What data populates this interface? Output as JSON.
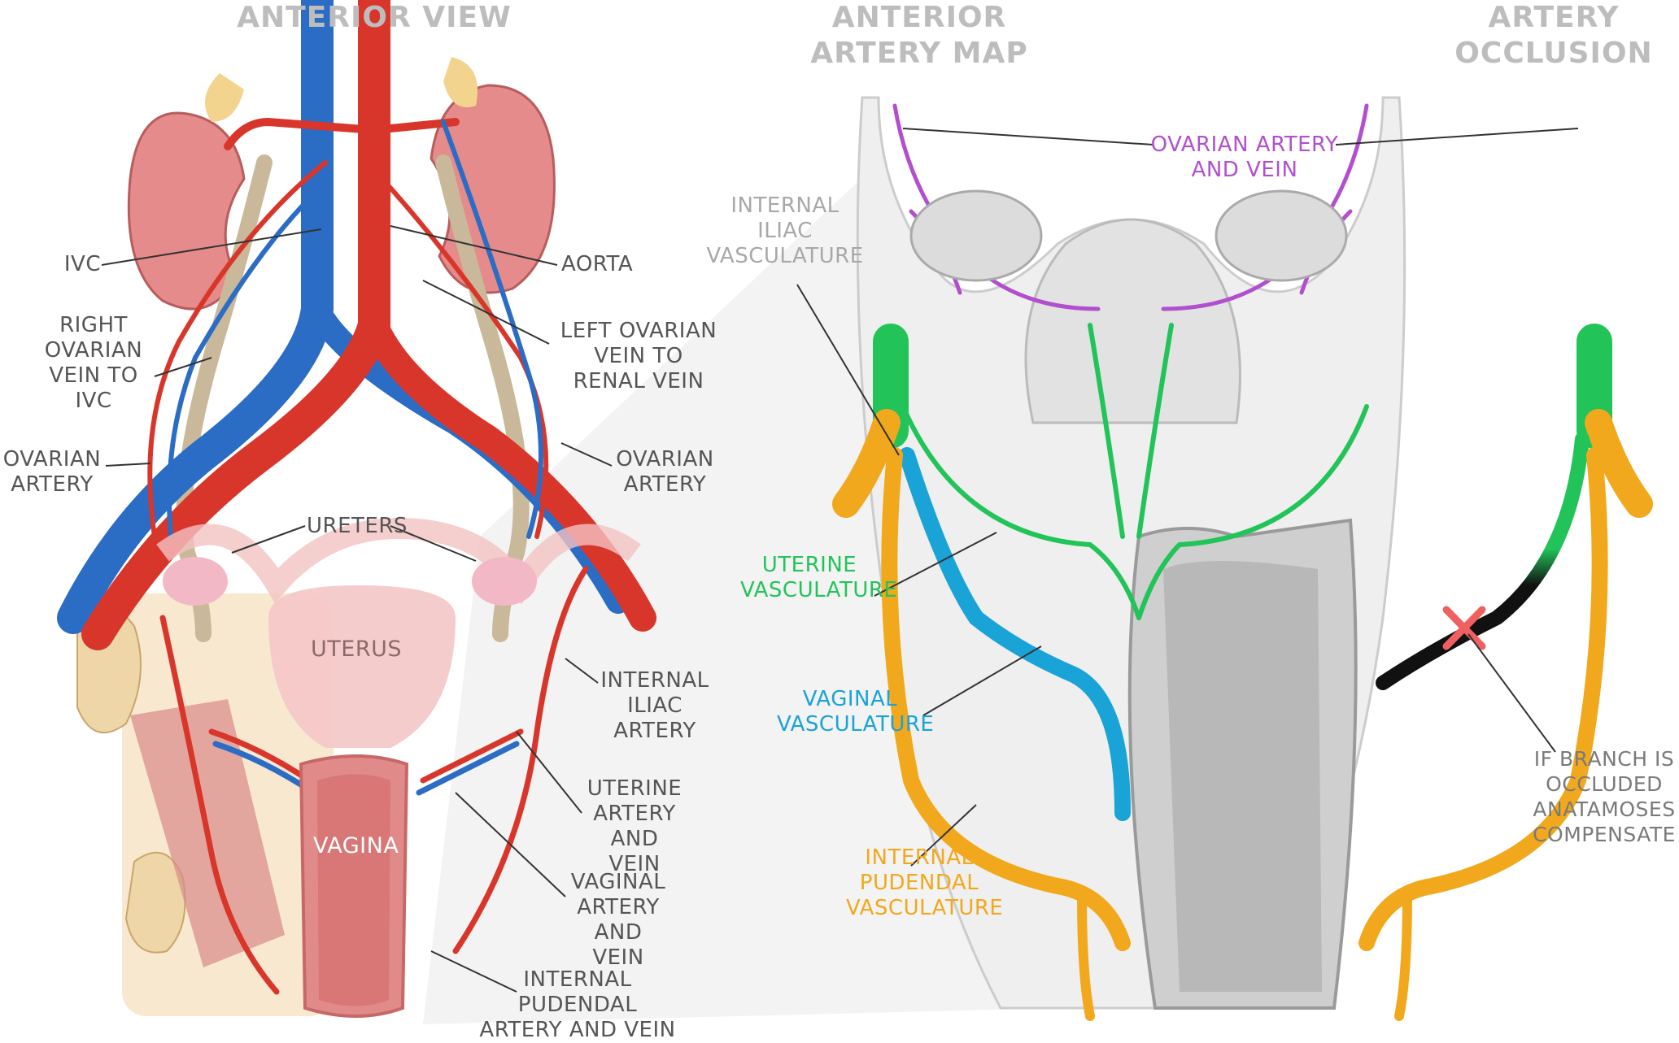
{
  "headings": {
    "anterior_view": "ANTERIOR VIEW",
    "anterior_artery_map": "ANTERIOR\nARTERY MAP",
    "artery_occlusion": "ARTERY\nOCCLUSION"
  },
  "left_labels": {
    "ivc": "IVC",
    "aorta": "AORTA",
    "right_ovarian_vein": "RIGHT\nOVARIAN\nVEIN TO\nIVC",
    "left_ovarian_vein": "LEFT OVARIAN\nVEIN TO\nRENAL VEIN",
    "ovarian_artery_right": "OVARIAN\nARTERY",
    "ovarian_artery_left": "OVARIAN\nARTERY",
    "ureters": "URETERS",
    "uterus": "UTERUS",
    "vagina": "VAGINA",
    "internal_iliac_artery": "INTERNAL\nILIAC\nARTERY",
    "uterine_artery_vein": "UTERINE\nARTERY\nAND VEIN",
    "vaginal_artery_vein": "VAGINAL\nARTERY\nAND VEIN",
    "internal_pudendal": "INTERNAL\nPUDENDAL\nARTERY AND VEIN"
  },
  "right_labels": {
    "ovarian_artery_vein": "OVARIAN ARTERY\nAND VEIN",
    "internal_iliac_vasculature": "INTERNAL\nILIAC\nVASCULATURE",
    "uterine_vasculature": "UTERINE\nVASCULATURE",
    "vaginal_vasculature": "VAGINAL\nVASCULATURE",
    "internal_pudendal_vasculature": "INTERNAL\nPUDENDAL\nVASCULATURE",
    "occlusion_note": "IF BRANCH IS\nOCCLUDED\nANATAMOSES\nCOMPENSATE"
  },
  "colors": {
    "artery": "#d9362b",
    "vein": "#2b6cc4",
    "ureter": "#c9b99a",
    "ovarian": "#b24fcf",
    "uterine": "#22c45a",
    "vaginal": "#1aa3d6",
    "pudendal": "#f2a81c",
    "occlusion_x": "#f06060",
    "heading": "#bdbdbd",
    "label": "#555555"
  }
}
